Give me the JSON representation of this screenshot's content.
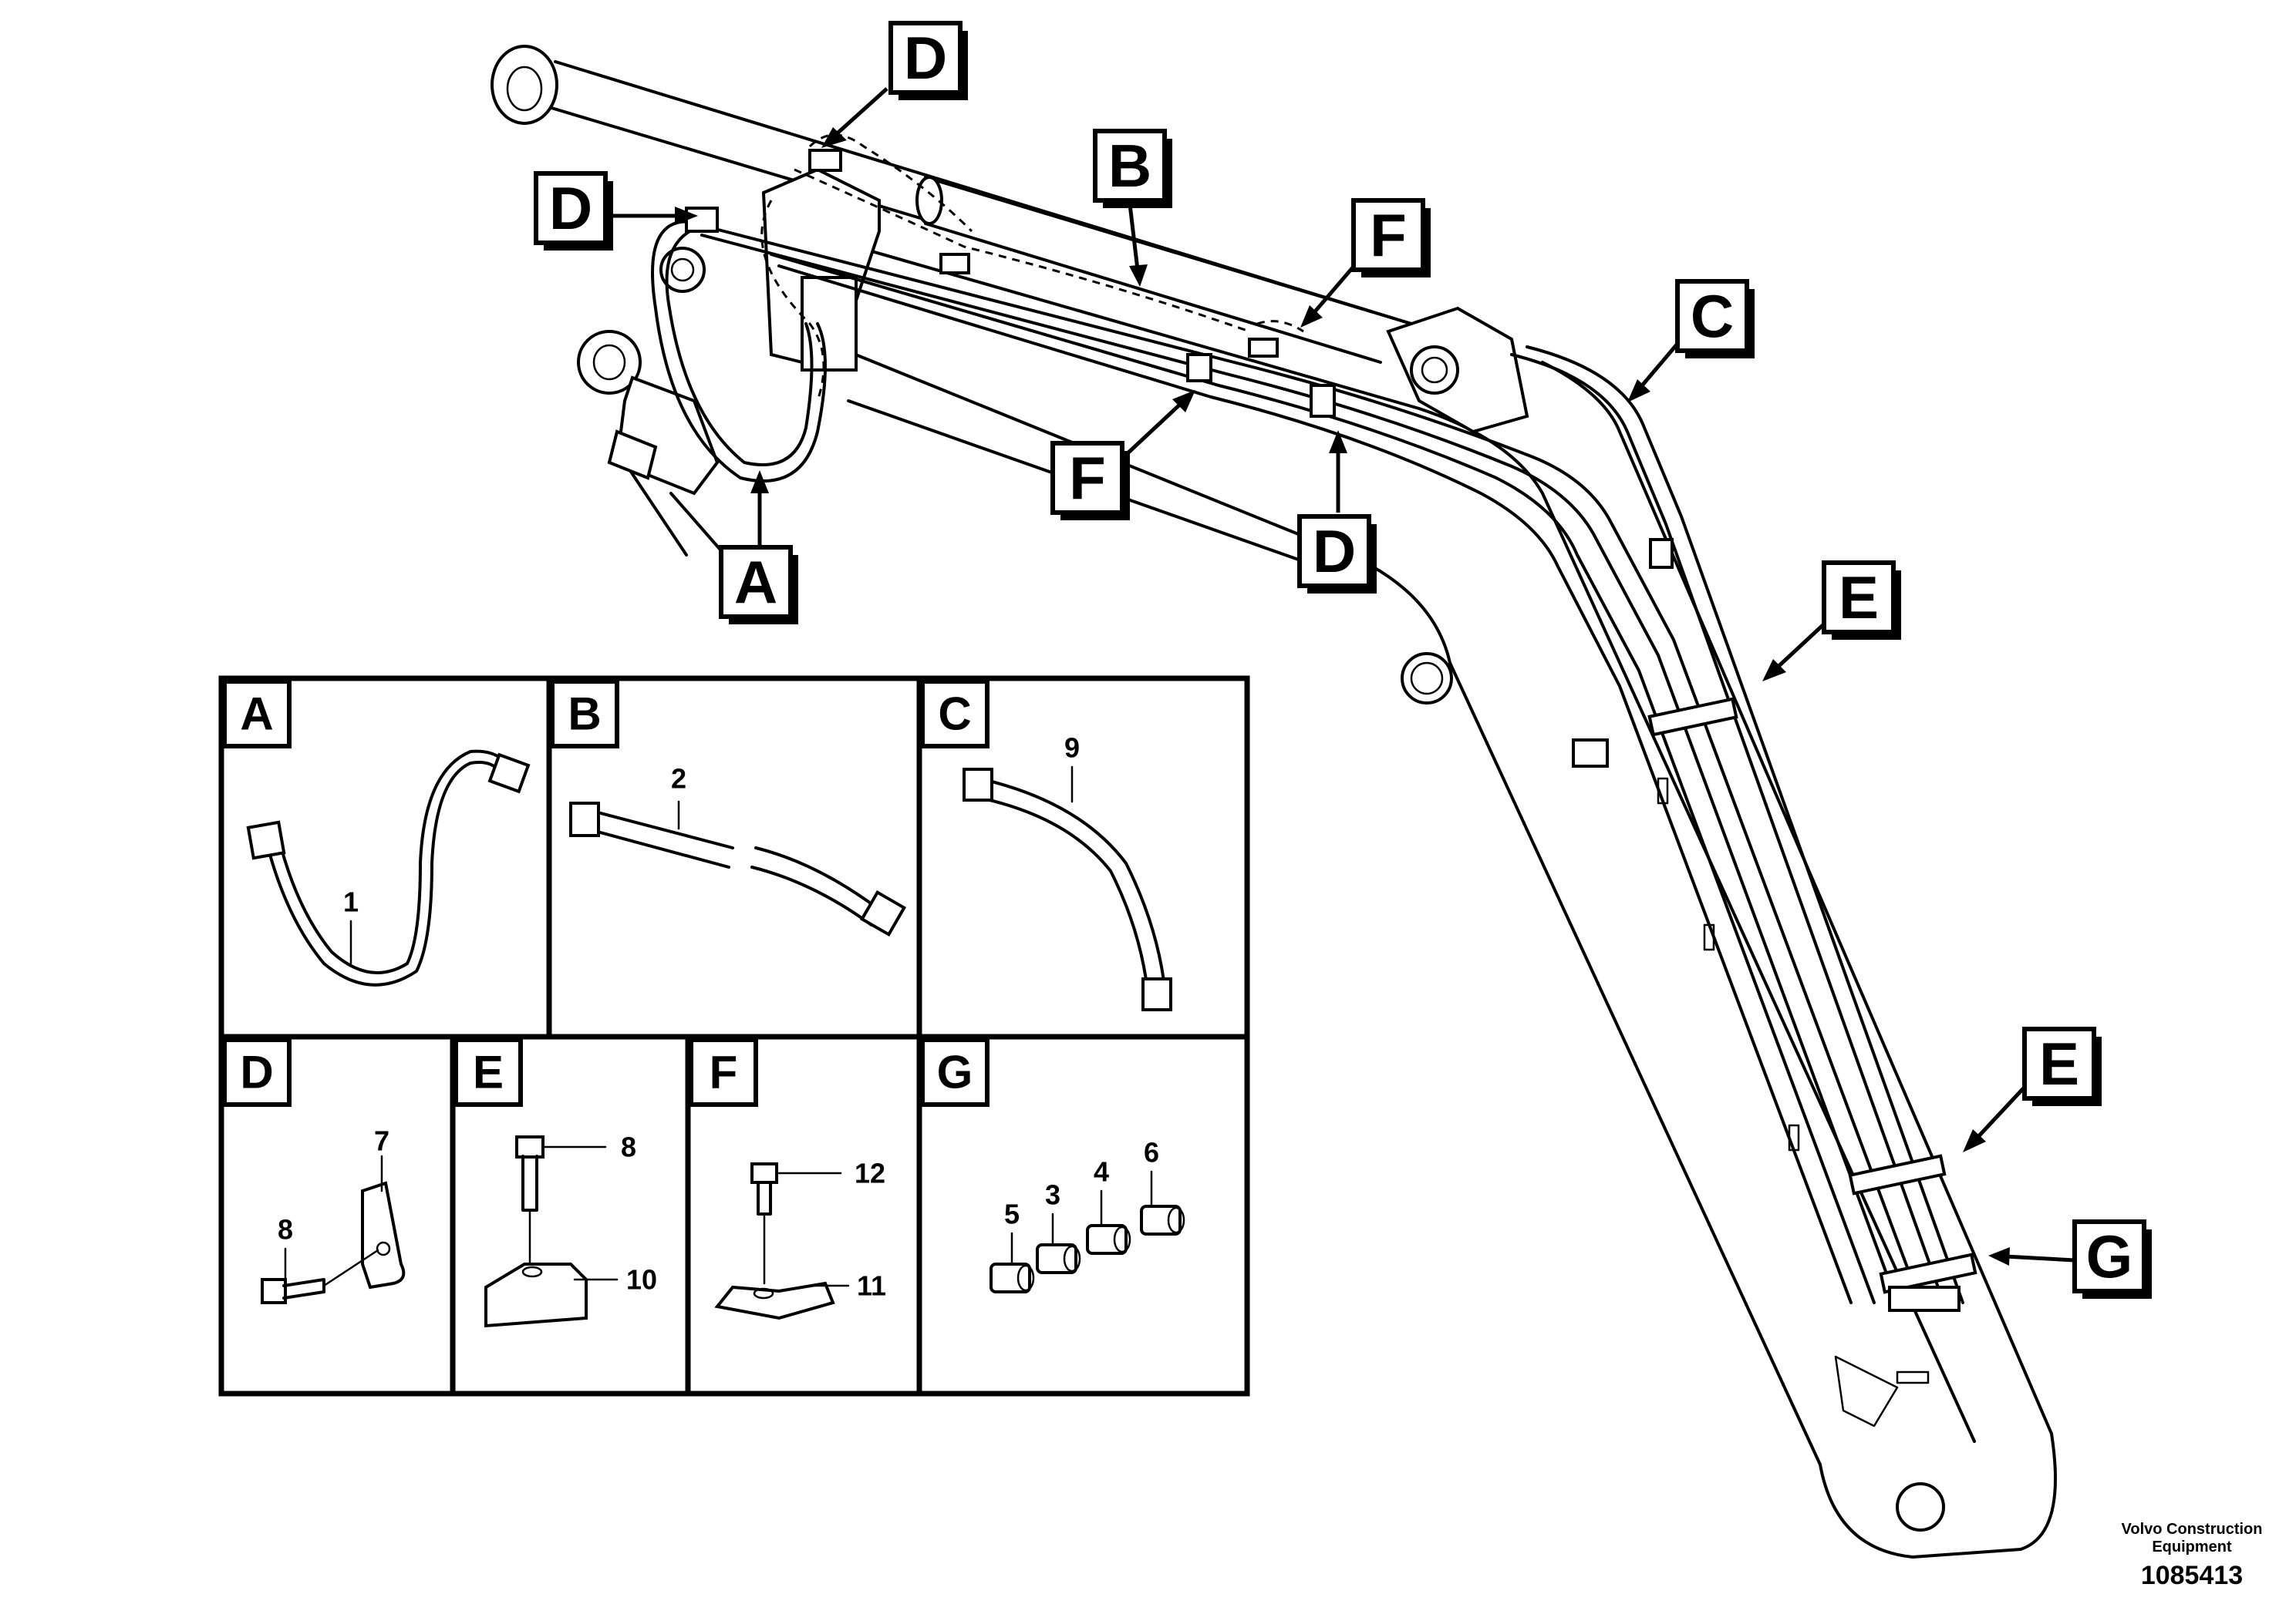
{
  "callouts": [
    {
      "id": "D-top",
      "label": "D"
    },
    {
      "id": "D-left",
      "label": "D"
    },
    {
      "id": "A",
      "label": "A"
    },
    {
      "id": "B",
      "label": "B"
    },
    {
      "id": "F-top",
      "label": "F"
    },
    {
      "id": "F-mid",
      "label": "F"
    },
    {
      "id": "D-mid",
      "label": "D"
    },
    {
      "id": "C",
      "label": "C"
    },
    {
      "id": "E-upper",
      "label": "E"
    },
    {
      "id": "E-lower",
      "label": "E"
    },
    {
      "id": "G",
      "label": "G"
    }
  ],
  "detail_panels": {
    "A": {
      "tag": "A",
      "parts": [
        "1"
      ]
    },
    "B": {
      "tag": "B",
      "parts": [
        "2"
      ]
    },
    "C": {
      "tag": "C",
      "parts": [
        "9"
      ]
    },
    "D": {
      "tag": "D",
      "parts": [
        "7",
        "8"
      ]
    },
    "E": {
      "tag": "E",
      "parts": [
        "8",
        "10"
      ]
    },
    "F": {
      "tag": "F",
      "parts": [
        "12",
        "11"
      ]
    },
    "G": {
      "tag": "G",
      "parts": [
        "6",
        "4",
        "3",
        "5"
      ]
    }
  },
  "footer": {
    "brand_line1": "Volvo Construction",
    "brand_line2": "Equipment",
    "document_number": "1085413"
  }
}
